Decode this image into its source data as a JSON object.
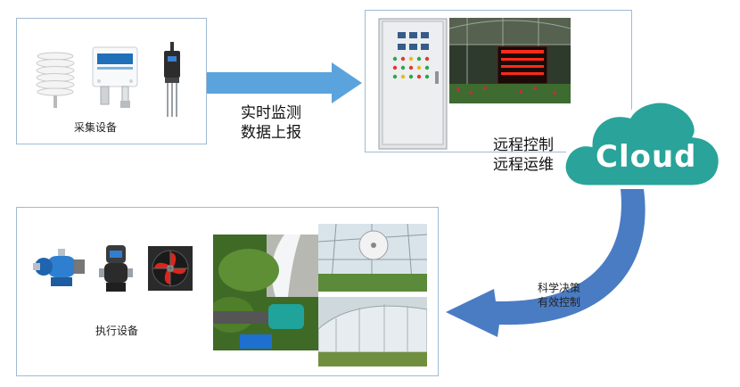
{
  "collect": {
    "label": "采集设备"
  },
  "upload": {
    "line1": "实时监测",
    "line2": "数据上报"
  },
  "remote": {
    "line1": "远程控制",
    "line2": "远程运维"
  },
  "cloud": {
    "label": "Cloud",
    "color": "#2aa39a"
  },
  "decision": {
    "line1": "科学决策",
    "line2": "有效控制"
  },
  "execute": {
    "label": "执行设备"
  },
  "colors": {
    "arrow": "#5ba3dc",
    "curve": "#4a7cc4",
    "box_border": "#9fbad4"
  }
}
